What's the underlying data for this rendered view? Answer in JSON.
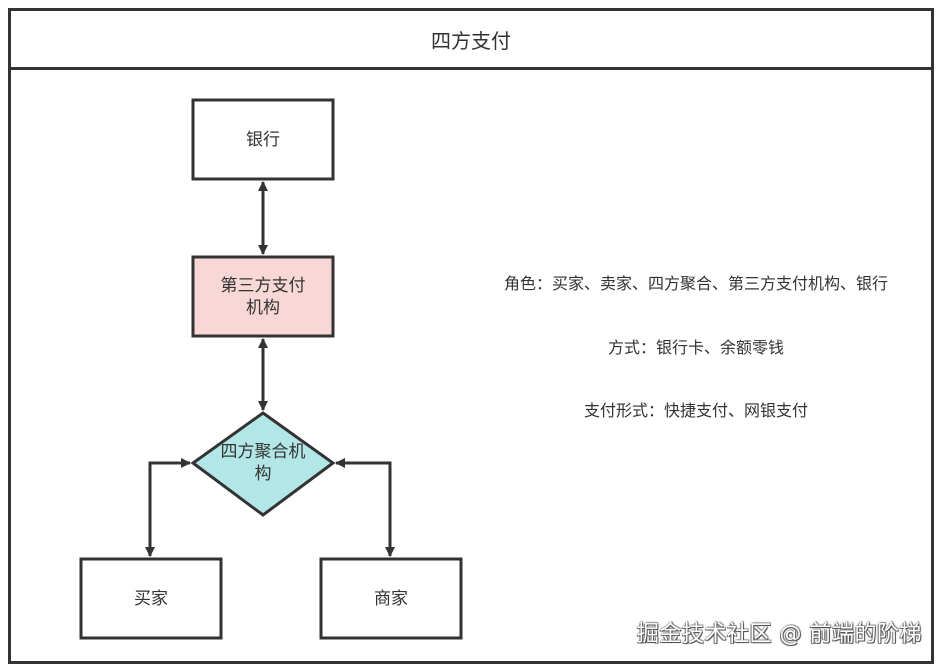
{
  "title": "四方支付",
  "nodes": {
    "bank": {
      "label": "银行",
      "fill": "#ffffff"
    },
    "third_party": {
      "label": "第三方支付\n机构",
      "line1": "第三方支付",
      "line2": "机构",
      "fill": "#f8d7d7"
    },
    "aggregator": {
      "label": "四方聚合机构",
      "line1": "四方聚合机",
      "line2": "构",
      "fill": "#b3e6e6"
    },
    "buyer": {
      "label": "买家",
      "fill": "#ffffff"
    },
    "merchant": {
      "label": "商家",
      "fill": "#ffffff"
    }
  },
  "edges": [
    {
      "from": "bank",
      "to": "third_party",
      "type": "bidirectional"
    },
    {
      "from": "third_party",
      "to": "aggregator",
      "type": "bidirectional"
    },
    {
      "from": "aggregator",
      "to": "buyer",
      "type": "bidirectional"
    },
    {
      "from": "aggregator",
      "to": "merchant",
      "type": "bidirectional"
    }
  ],
  "info": {
    "roles": "角色：买家、卖家、四方聚合、第三方支付机构、银行",
    "methods": "方式：银行卡、余额零钱",
    "forms": "支付形式：快捷支付、网银支付"
  },
  "watermark": "掘金技术社区 @ 前端的阶梯",
  "colors": {
    "stroke": "#333333",
    "third_party_fill": "#f8d7d7",
    "aggregator_fill": "#b3e6e6"
  }
}
